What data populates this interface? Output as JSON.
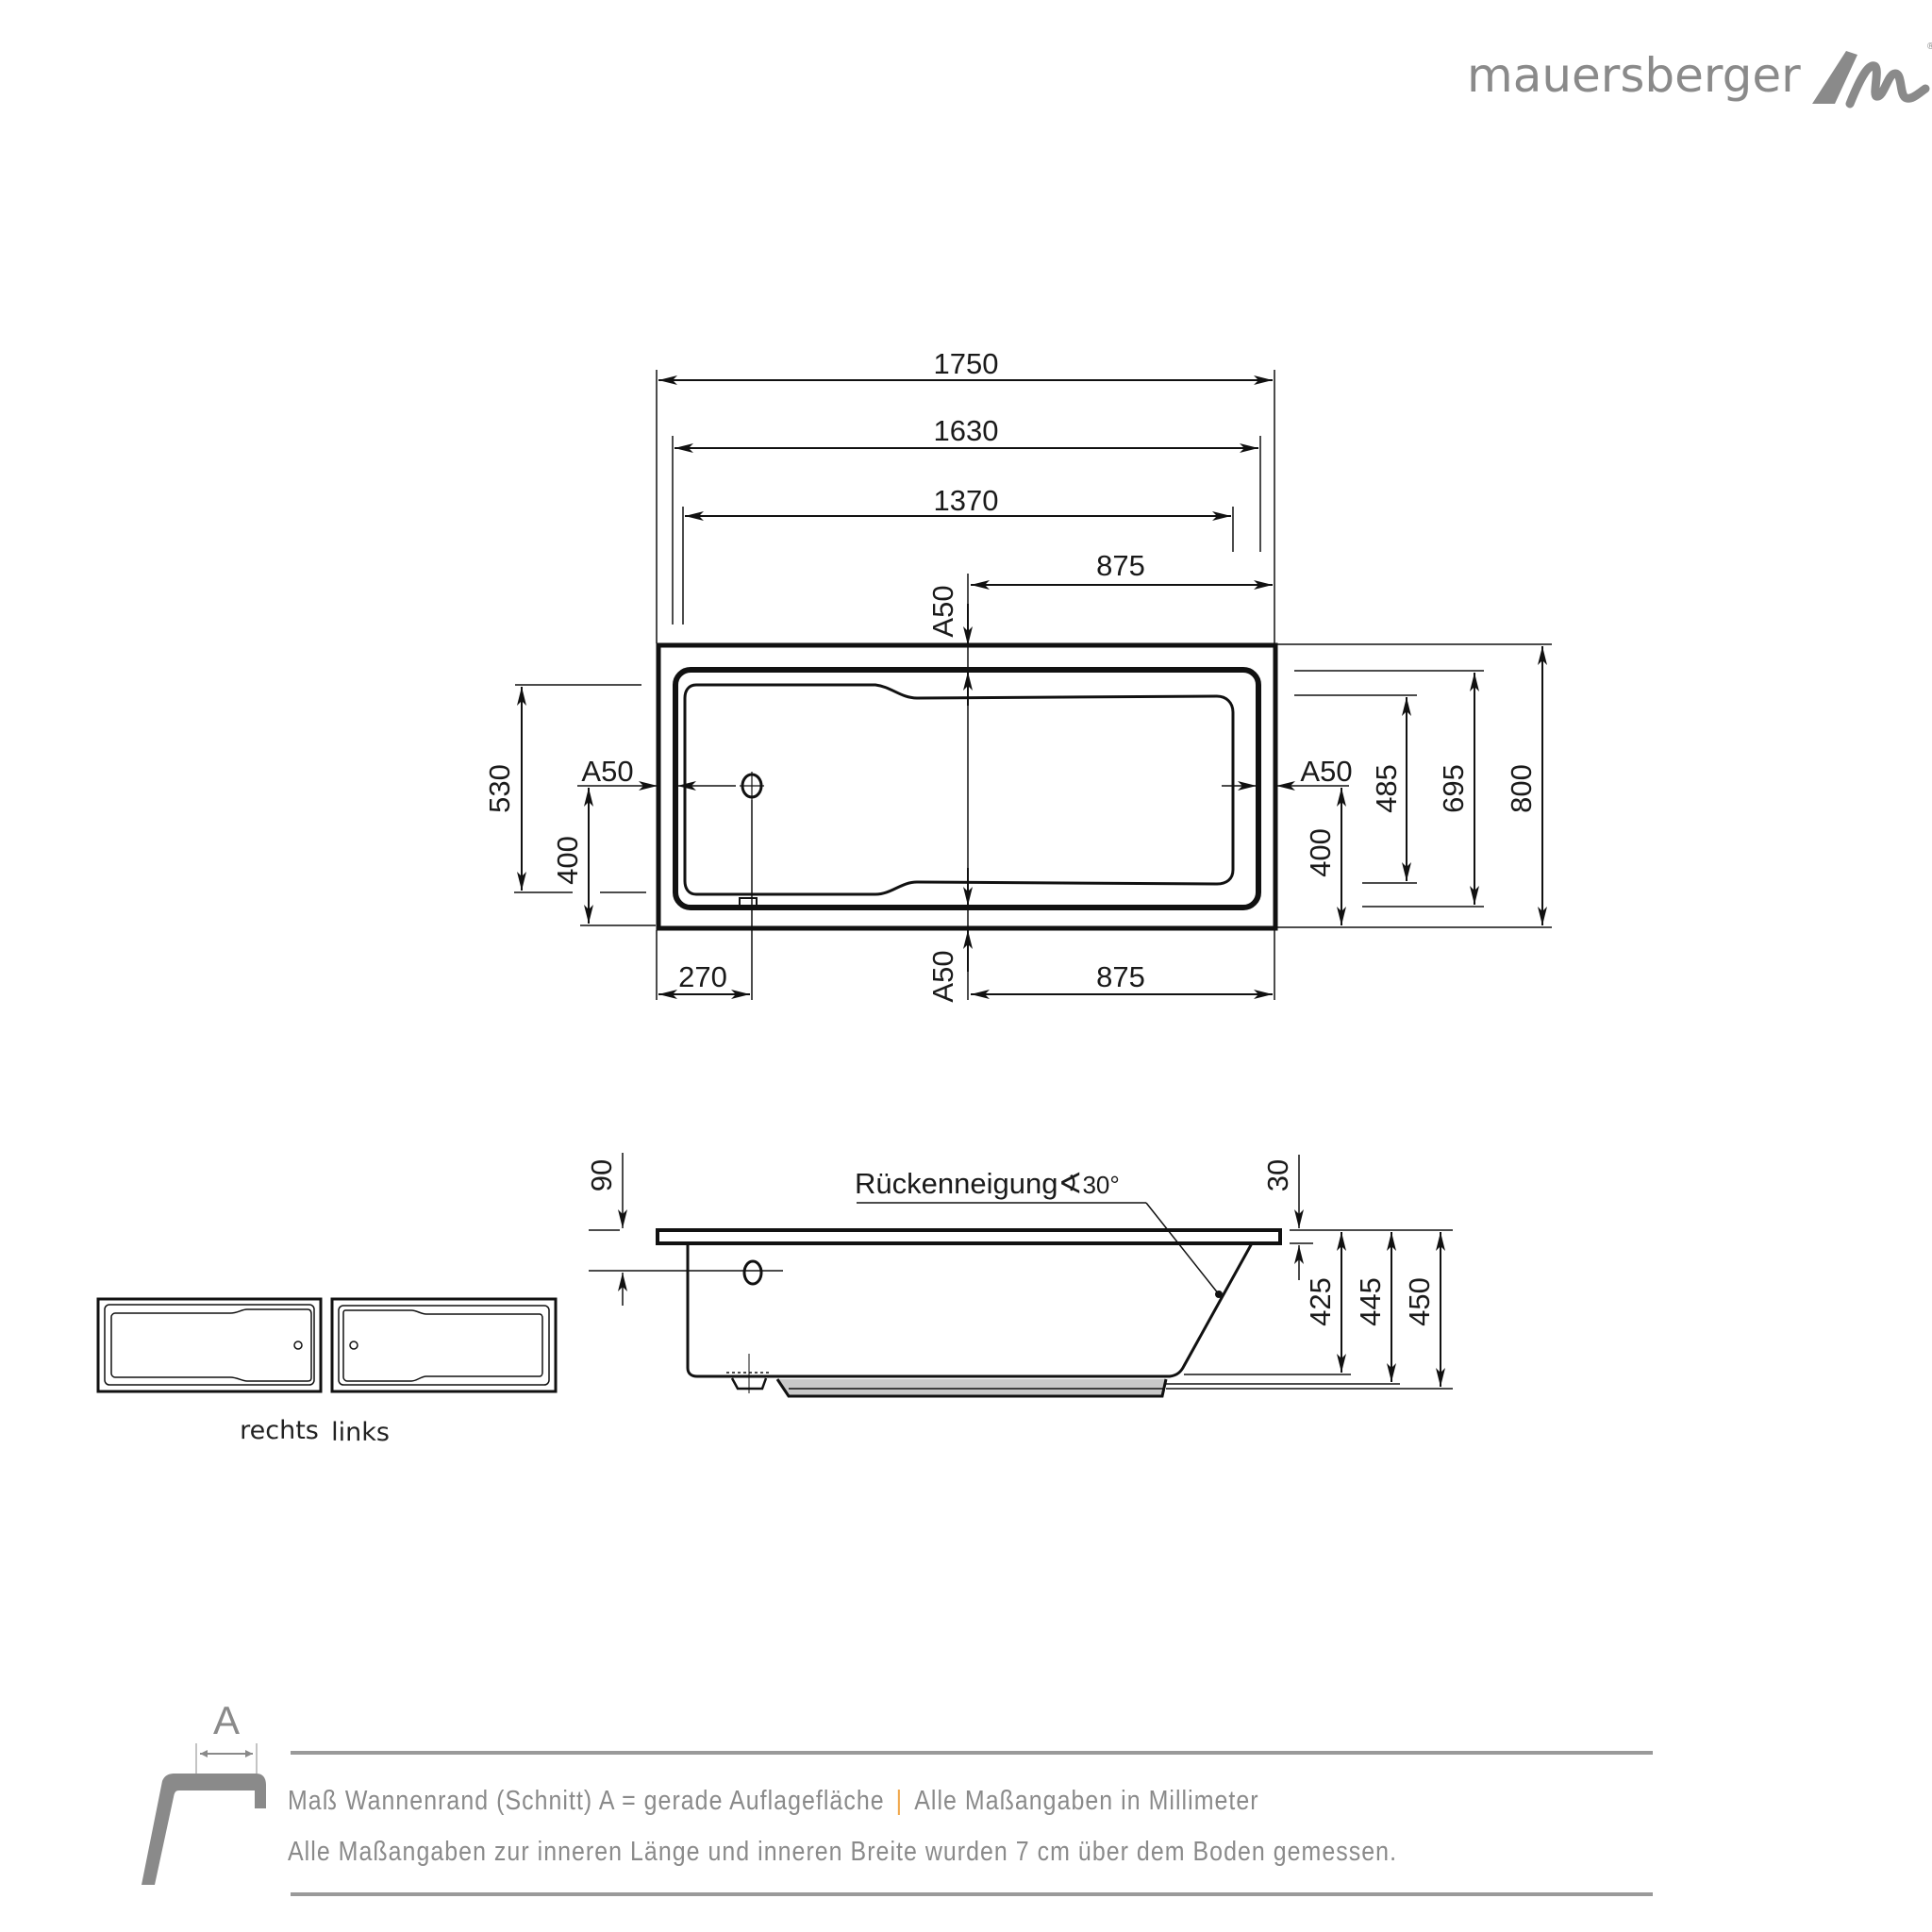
{
  "brand": {
    "name": "mauersberger",
    "registered": "®",
    "logo_color": "#8a8a8a"
  },
  "top_view": {
    "widths": {
      "outer": "1750",
      "rim_inner": "1630",
      "inner": "1370",
      "half_top": "875",
      "half_bottom": "875",
      "drain_offset": "270"
    },
    "rim_labels": {
      "top": "A50",
      "bottom": "A50",
      "left": "A50",
      "right": "A50"
    },
    "left_heights": {
      "h530": "530",
      "h400": "400"
    },
    "right_heights": {
      "h400": "400",
      "h485": "485",
      "h695": "695",
      "h800": "800"
    }
  },
  "side_view": {
    "backrest_label": "Rückenneigung",
    "angle_symbol": "∢",
    "angle_value": "30°",
    "overflow_height": "90",
    "rim_thickness": "30",
    "heights": {
      "h425": "425",
      "h445": "445",
      "h450": "450"
    }
  },
  "variants": {
    "right_label": "rechts",
    "left_label": "links"
  },
  "legend": {
    "symbol_label": "A",
    "line1_part1": "Maß Wannenrand (Schnitt) A = gerade Auflagefläche",
    "separator": "|",
    "line1_part2": "Alle Maßangaben in Millimeter",
    "line2": "Alle Maßangaben zur inneren Länge und inneren Breite wurden 7 cm über dem Boden gemessen.",
    "accent_color": "#f0a64a",
    "text_color": "#8a8a8a"
  }
}
